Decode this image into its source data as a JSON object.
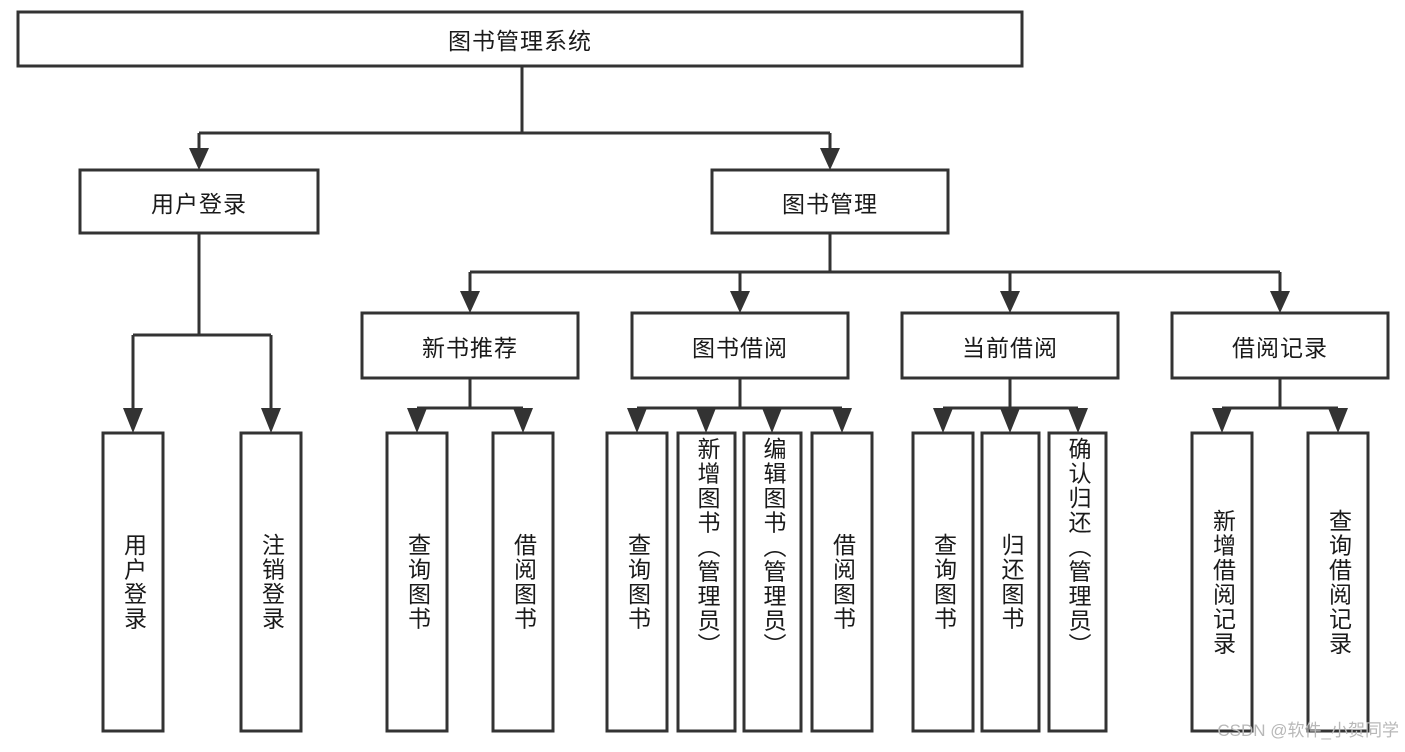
{
  "diagram": {
    "title": "图书管理系统",
    "type": "tree-hierarchy",
    "root": {
      "id": "root",
      "label": "图书管理系统",
      "orientation": "horizontal"
    },
    "level1": [
      {
        "id": "user-login",
        "label": "用户登录",
        "orientation": "horizontal"
      },
      {
        "id": "book-management",
        "label": "图书管理",
        "orientation": "horizontal"
      }
    ],
    "level2": [
      {
        "id": "new-book-recommend",
        "label": "新书推荐",
        "orientation": "horizontal",
        "parent": "book-management"
      },
      {
        "id": "book-borrow",
        "label": "图书借阅",
        "orientation": "horizontal",
        "parent": "book-management"
      },
      {
        "id": "current-borrow",
        "label": "当前借阅",
        "orientation": "horizontal",
        "parent": "book-management"
      },
      {
        "id": "borrow-records",
        "label": "借阅记录",
        "orientation": "horizontal",
        "parent": "book-management"
      }
    ],
    "leaves": [
      {
        "id": "leaf-user-login",
        "label": "用户登录",
        "orientation": "vertical",
        "parent": "user-login"
      },
      {
        "id": "leaf-user-logout",
        "label": "注销登录",
        "orientation": "vertical",
        "parent": "user-login"
      },
      {
        "id": "leaf-query-book-1",
        "label": "查询图书",
        "orientation": "vertical",
        "parent": "new-book-recommend"
      },
      {
        "id": "leaf-borrow-book-1",
        "label": "借阅图书",
        "orientation": "vertical",
        "parent": "new-book-recommend"
      },
      {
        "id": "leaf-query-book-2",
        "label": "查询图书",
        "orientation": "vertical",
        "parent": "book-borrow"
      },
      {
        "id": "leaf-add-book",
        "label": "新增图书（管理员）",
        "orientation": "vertical",
        "parent": "book-borrow"
      },
      {
        "id": "leaf-edit-book",
        "label": "编辑图书（管理员）",
        "orientation": "vertical",
        "parent": "book-borrow"
      },
      {
        "id": "leaf-borrow-book-2",
        "label": "借阅图书",
        "orientation": "vertical",
        "parent": "book-borrow"
      },
      {
        "id": "leaf-query-book-3",
        "label": "查询图书",
        "orientation": "vertical",
        "parent": "current-borrow"
      },
      {
        "id": "leaf-return-book",
        "label": "归还图书",
        "orientation": "vertical",
        "parent": "current-borrow"
      },
      {
        "id": "leaf-confirm-return",
        "label": "确认归还（管理员）",
        "orientation": "vertical",
        "parent": "current-borrow"
      },
      {
        "id": "leaf-add-record",
        "label": "新增借阅记录",
        "orientation": "vertical",
        "parent": "borrow-records"
      },
      {
        "id": "leaf-query-record",
        "label": "查询借阅记录",
        "orientation": "vertical",
        "parent": "borrow-records"
      }
    ]
  },
  "watermark": {
    "text": "CSDN @软件_小贺同学"
  },
  "colors": {
    "stroke": "#333333",
    "box_fill": "#ffffff",
    "text": "#1a1a1a",
    "background": "#ffffff",
    "watermark": "#b8b8b8"
  }
}
